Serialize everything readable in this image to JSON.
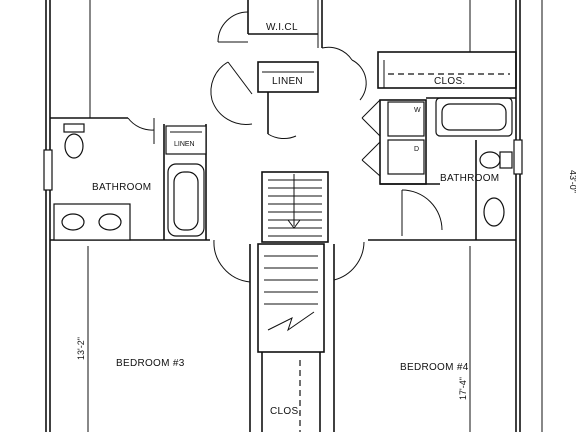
{
  "plan": {
    "labels": {
      "wicl": "W.I.CL",
      "linen_top": "LINEN",
      "clos_top": "CLOS.",
      "linen_left": "LINEN",
      "bath_left": "BATHROOM",
      "bath_right": "BATHROOM",
      "washer": "W",
      "dryer": "D",
      "bed3": "BEDROOM #3",
      "bed4": "BEDROOM #4",
      "clos_bottom": "CLOS."
    },
    "dimensions": {
      "height_right": "43'-0\"",
      "bed3_depth": "13'-2\"",
      "bed4_depth": "17'-4\""
    }
  }
}
